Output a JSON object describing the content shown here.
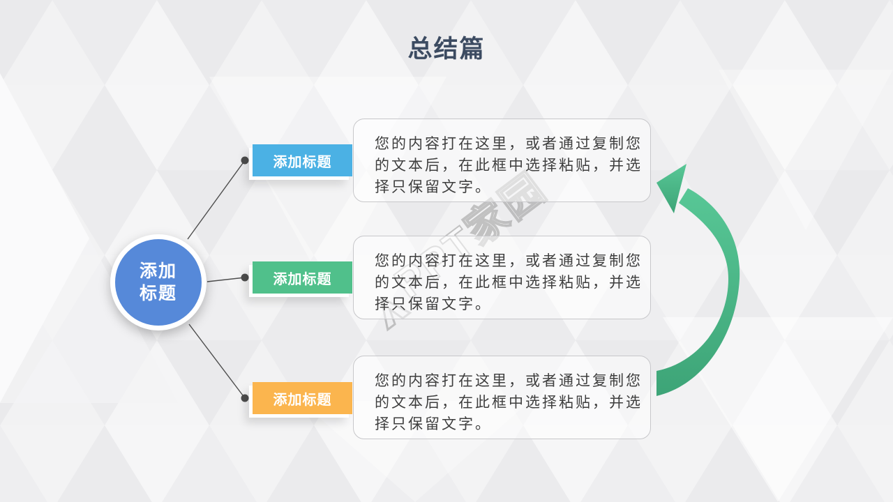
{
  "title": "总结篇",
  "center_node": {
    "line1": "添加",
    "line2": "标题"
  },
  "rows": [
    {
      "tag": "添加标题",
      "tag_style": "background:#4bb1e4",
      "tag_color": "#4bb1e4",
      "body": "您的内容打在这里，或者通过复制您的文本后，在此框中选择粘贴，并选择只保留文字。"
    },
    {
      "tag": "添加标题",
      "tag_style": "background:#50c08b",
      "tag_color": "#50c08b",
      "body": "您的内容打在这里，或者通过复制您的文本后，在此框中选择粘贴，并选择只保留文字。"
    },
    {
      "tag": "添加标题",
      "tag_style": "background:#fbb54e",
      "tag_color": "#fbb54e",
      "body": "您的内容打在这里，或者通过复制您的文本后，在此框中选择粘贴，并选择只保留文字。"
    }
  ],
  "watermark": "PPT家园",
  "colors": {
    "background": "#ececee",
    "title_text": "#3c4b61",
    "center_circle": "#5689d9",
    "tag_text": "#ffffff",
    "body_text": "#3e3e3e",
    "box_border": "#c7c7ca",
    "connector": "#4d4d4d",
    "arrow_gradient_top": "#58c796",
    "arrow_gradient_bottom": "#3da477"
  }
}
